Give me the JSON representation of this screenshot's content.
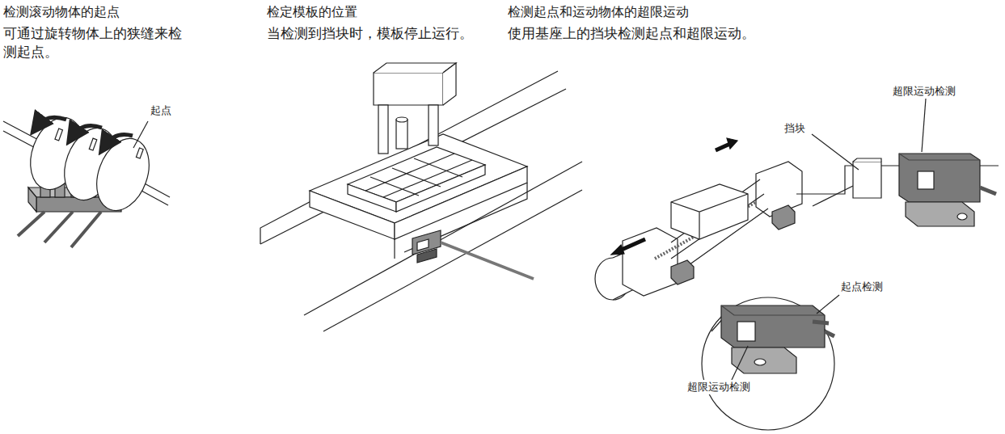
{
  "diagram": {
    "labels": [
      "检测滚动物体的起点",
      "可通过旋转物体上的狭缝来检测起点。",
      "起点",
      "检定模板的位置",
      "当检测到挡块时，模板停止运行。",
      "检测起点和运动物体的超限运动",
      "使用基座上的挡块检测起点和超限运动。",
      "超限运动检测",
      "挡块",
      "起点检测",
      "超限运动检测"
    ]
  }
}
